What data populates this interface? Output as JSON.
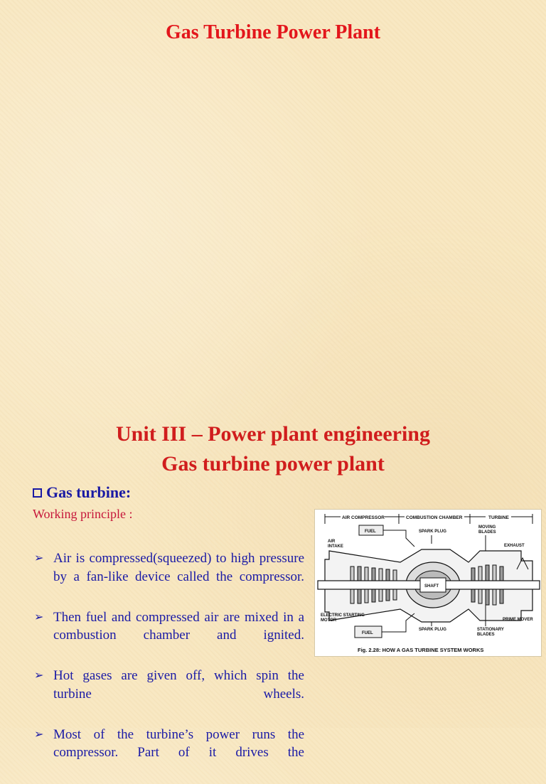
{
  "page": {
    "title": "Gas Turbine Power Plant",
    "unit_heading_line1": "Unit III – Power plant engineering",
    "unit_heading_line2": "Gas turbine power plant",
    "section_label": "Gas turbine:",
    "subheading": "Working principle :",
    "bullets": [
      "Air is compressed(squeezed) to high pressure by a fan-like device called the compressor.",
      "Then fuel and compressed air are mixed in a combustion chamber and ignited.",
      "Hot gases are given off, which spin the turbine wheels.",
      "Most of the turbine’s power runs the compressor. Part of it drives the"
    ]
  },
  "figure": {
    "labels": {
      "air_compressor": "AIR COMPRESSOR",
      "combustion_chamber": "COMBUSTION CHAMBER",
      "turbine": "TURBINE",
      "fuel_top": "FUEL",
      "spark_plug_top": "SPARK PLUG",
      "moving_blades_1": "MOVING",
      "moving_blades_2": "BLADES",
      "air_intake_1": "AIR",
      "air_intake_2": "INTAKE",
      "exhaust": "EXHAUST",
      "shaft": "SHAFT",
      "electric_starting_motor_1": "ELECTRIC STARTING",
      "electric_starting_motor_2": "MOTOR",
      "spark_plug_bottom": "SPARK PLUG",
      "prime_mover": "PRIME MOVER",
      "stationary_blades_1": "STATIONARY",
      "stationary_blades_2": "BLADES",
      "fuel_bottom": "FUEL",
      "caption": "Fig. 2.28: HOW A GAS TURBINE SYSTEM WORKS"
    }
  },
  "colors": {
    "title": "#e3161c",
    "heading": "#d01d1d",
    "body_text": "#1a1aa6",
    "subheading": "#c6163a",
    "background": "#f8e7c0"
  }
}
